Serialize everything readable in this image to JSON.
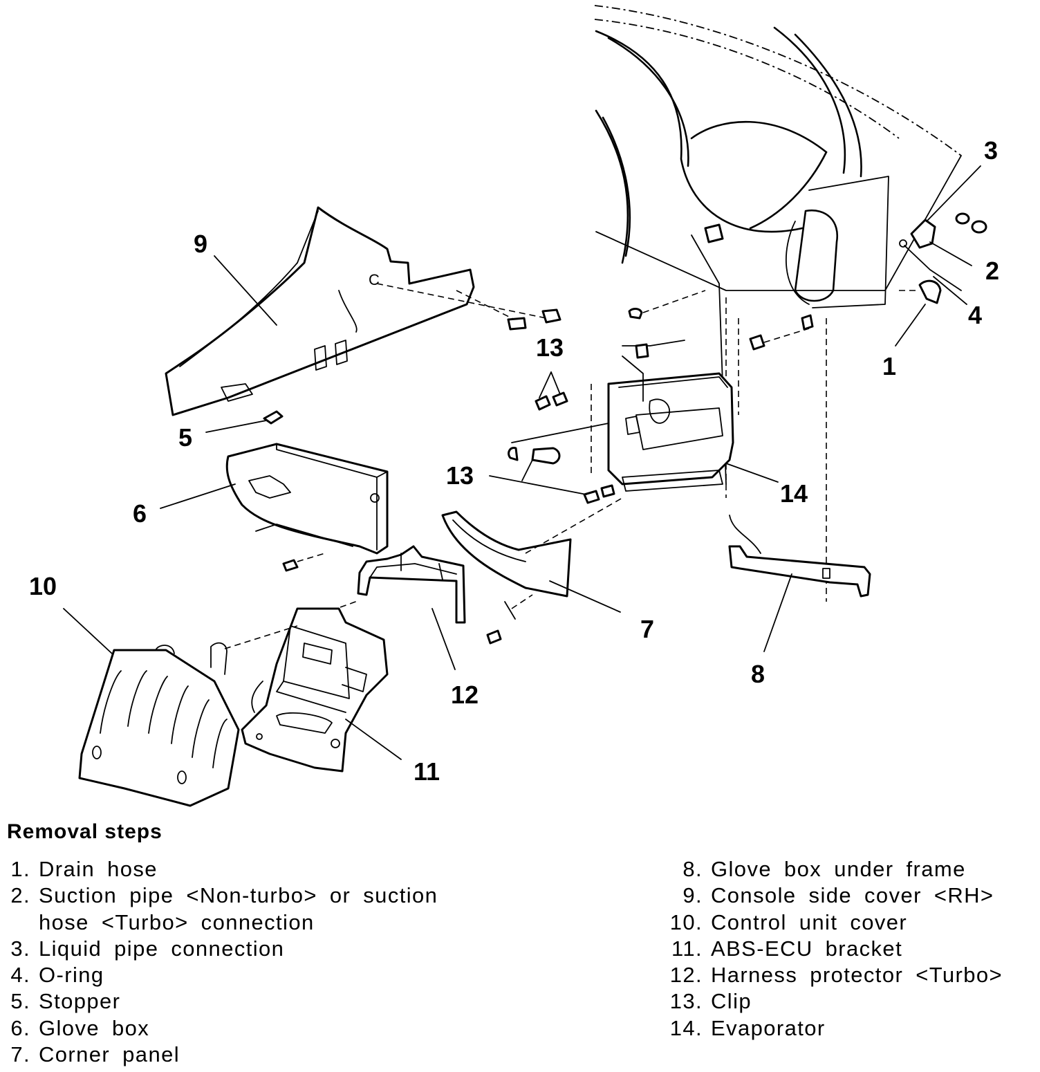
{
  "diagram": {
    "callouts": [
      {
        "id": "1",
        "label": "1"
      },
      {
        "id": "2",
        "label": "2"
      },
      {
        "id": "3",
        "label": "3"
      },
      {
        "id": "4",
        "label": "4"
      },
      {
        "id": "5",
        "label": "5"
      },
      {
        "id": "6",
        "label": "6"
      },
      {
        "id": "7",
        "label": "7"
      },
      {
        "id": "8",
        "label": "8"
      },
      {
        "id": "9",
        "label": "9"
      },
      {
        "id": "10",
        "label": "10"
      },
      {
        "id": "11",
        "label": "11"
      },
      {
        "id": "12",
        "label": "12"
      },
      {
        "id": "13a",
        "label": "13"
      },
      {
        "id": "13b",
        "label": "13"
      },
      {
        "id": "14",
        "label": "14"
      }
    ]
  },
  "legend": {
    "title": "Removal steps",
    "left_column": [
      {
        "num": "1.",
        "text": "Drain hose"
      },
      {
        "num": "2.",
        "text": "Suction pipe <Non-turbo> or suction"
      },
      {
        "num": "",
        "text": "hose <Turbo> connection"
      },
      {
        "num": "3.",
        "text": "Liquid pipe connection"
      },
      {
        "num": "4.",
        "text": "O-ring"
      },
      {
        "num": "5.",
        "text": "Stopper"
      },
      {
        "num": "6.",
        "text": "Glove box"
      },
      {
        "num": "7.",
        "text": "Corner panel"
      }
    ],
    "right_column": [
      {
        "num": "8.",
        "text": "Glove box under frame"
      },
      {
        "num": "9.",
        "text": "Console side cover <RH>"
      },
      {
        "num": "10.",
        "text": "Control unit cover"
      },
      {
        "num": "11.",
        "text": "ABS-ECU bracket"
      },
      {
        "num": "12.",
        "text": "Harness protector <Turbo>"
      },
      {
        "num": "13.",
        "text": "Clip"
      },
      {
        "num": "14.",
        "text": "Evaporator"
      }
    ]
  }
}
